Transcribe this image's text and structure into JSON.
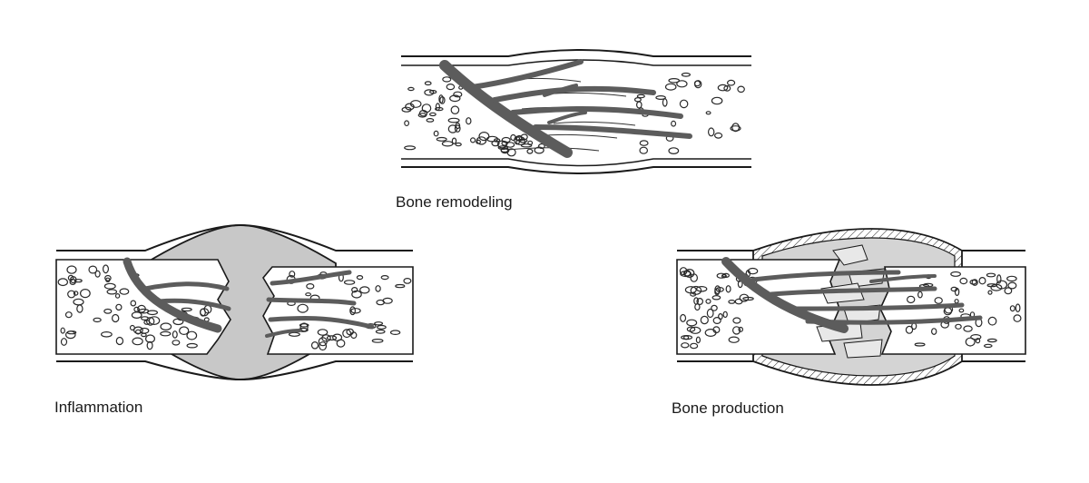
{
  "labels": {
    "remodeling": "Bone remodeling",
    "inflammation": "Inflammation",
    "production": "Bone production"
  },
  "colors": {
    "outline": "#1a1a1a",
    "vessel": "#5c5c5c",
    "hematoma": "#c8c8c8",
    "marrow_dots": "#2a2a2a",
    "callus_fragments": "#e8e8e8"
  },
  "icons": {
    "vessel": "branching-blood-vessel",
    "marrow": "cancellous-bone-dots",
    "hematoma": "fracture-hematoma",
    "callus": "bony-callus"
  }
}
